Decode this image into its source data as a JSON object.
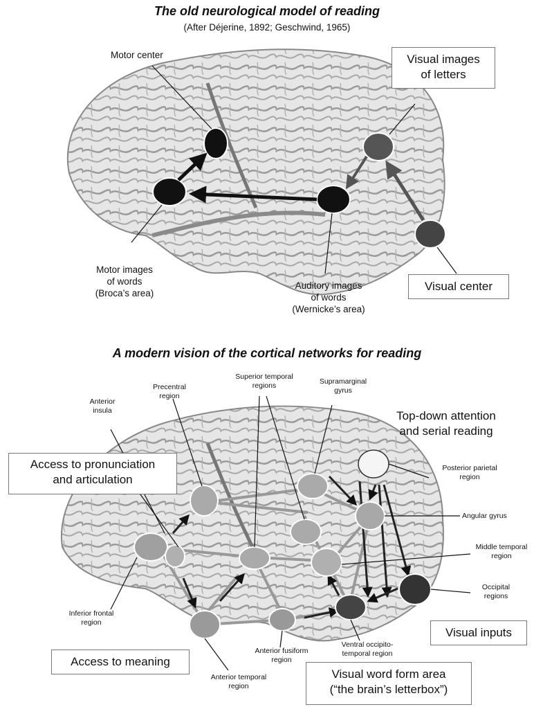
{
  "top": {
    "title": "The old neurological model of reading",
    "subtitle": "(After Déjerine, 1892; Geschwind, 1965)",
    "labels": {
      "motor_center": "Motor center",
      "visual_images": "Visual images\nof letters",
      "motor_images": "Motor images\nof words\n(Broca’s area)",
      "auditory_images": "Auditory images\nof words\n(Wernicke’s area)",
      "visual_center": "Visual center"
    }
  },
  "bottom": {
    "title": "A modern vision of the cortical networks for reading",
    "labels": {
      "superior_temporal": "Superior temporal\nregions",
      "precentral": "Precentral\nregion",
      "supramarginal": "Supramarginal\ngyrus",
      "anterior_insula": "Anterior\ninsula",
      "top_down": "Top-down attention\nand serial reading",
      "pronunciation": "Access to pronunciation\nand articulation",
      "posterior_parietal": "Posterior parietal\nregion",
      "angular_gyrus": "Angular gyrus",
      "middle_temporal": "Middle temporal\nregion",
      "occipital": "Occipital\nregions",
      "inferior_frontal": "Inferior frontal\nregion",
      "ventral_occipito": "Ventral occipito-\ntemporal region",
      "visual_inputs": "Visual inputs",
      "anterior_fusiform": "Anterior fusiform\nregion",
      "access_meaning": "Access to meaning",
      "anterior_temporal": "Anterior temporal\nregion",
      "vwfa": "Visual word form area\n(“the brain’s letterbox”)"
    }
  }
}
